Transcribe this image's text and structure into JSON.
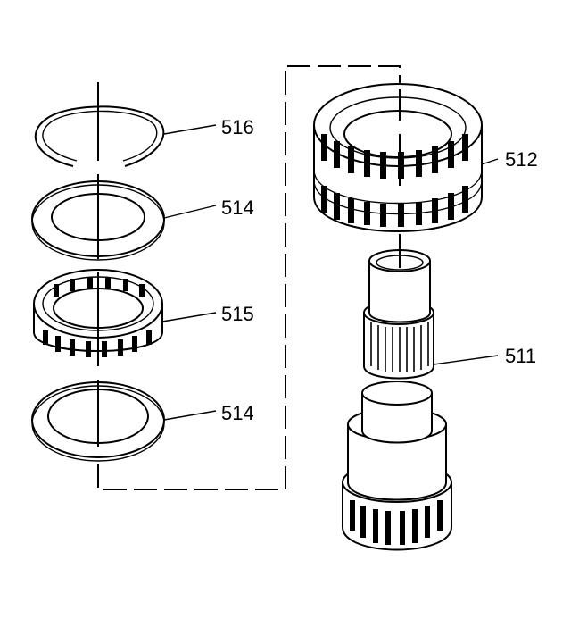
{
  "labels": {
    "snap_ring": "516",
    "thrust_washer_upper": "514",
    "roller_bearing": "515",
    "thrust_washer_lower": "514",
    "housing_ring": "512",
    "shaft": "511"
  },
  "colors": {
    "ink": "#000000",
    "paper": "#ffffff"
  }
}
